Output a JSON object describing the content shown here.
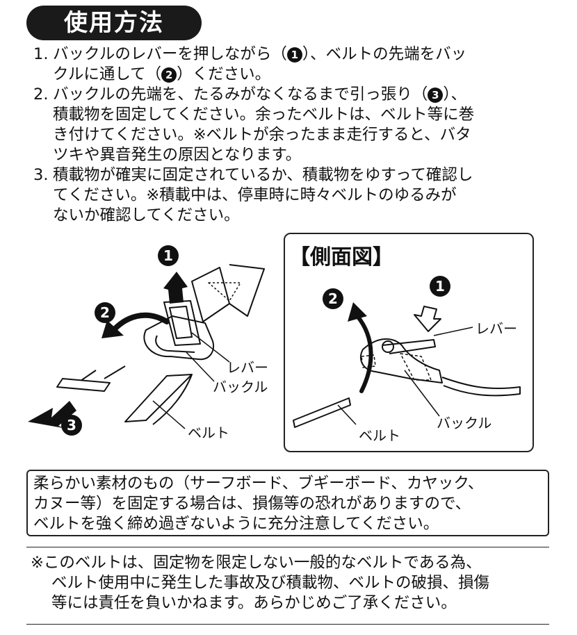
{
  "title": "使用方法",
  "steps": [
    {
      "num": "1.",
      "lines": [
        [
          "バックルのレバーを押しながら（",
          "1",
          "）、ベルトの先端をバッ"
        ],
        [
          "クルに通して（",
          "2",
          "）ください。"
        ]
      ]
    },
    {
      "num": "2.",
      "lines": [
        [
          "バックルの先端を、たるみがなくなるまで引っ張り（",
          "3",
          "）、"
        ],
        [
          "積載物を固定してください。余ったベルトは、ベルト等に巻"
        ],
        [
          "き付けてください。※ベルトが余ったまま走行すると、バタ"
        ],
        [
          "ツキや異音発生の原因となります。"
        ]
      ]
    },
    {
      "num": "3.",
      "lines": [
        [
          "積載物が確実に固定されているか、積載物をゆすって確認し"
        ],
        [
          "てください。※積載中は、停車時に時々ベルトのゆるみが"
        ],
        [
          "ないか確認してください。"
        ]
      ]
    }
  ],
  "figure_left": {
    "markers": [
      "1",
      "2",
      "3"
    ],
    "labels": {
      "lever": "レバー",
      "buckle": "バックル",
      "belt": "ベルト"
    }
  },
  "figure_right": {
    "heading": "【側面図】",
    "markers": [
      "1",
      "2"
    ],
    "labels": {
      "lever": "レバー",
      "buckle": "バックル",
      "belt": "ベルト"
    }
  },
  "caution": {
    "lines": [
      "柔らかい素材のもの（サーフボード、ブギーボード、カヤック、",
      "カヌー等）を固定する場合は、損傷等の恐れがありますので、",
      "ベルトを強く締め過ぎないように充分注意してください。"
    ]
  },
  "disclaimer": {
    "lines": [
      "※このベルトは、固定物を限定しない一般的なベルトである為、",
      "ベルト使用中に発生した事故及び積載物、ベルトの破損、損傷",
      "等には責任を負いかねます。あらかじめご了承ください。"
    ]
  }
}
